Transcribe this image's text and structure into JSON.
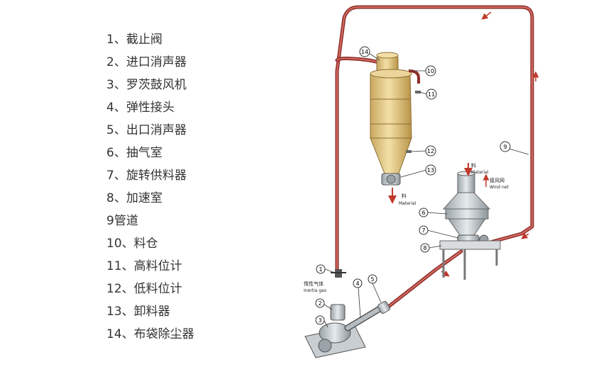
{
  "legend": [
    "1、截止阀",
    "2、进口消声器",
    "3、罗茨鼓风机",
    "4、弹性接头",
    "5、出口消声器",
    "6、抽气室",
    "7、旋转供料器",
    "8、加速室",
    "9管道",
    "10、料仓",
    "11、高料位计",
    "12、低料位计",
    "13、卸料器",
    "14、布袋除尘器"
  ],
  "callouts": [
    "1",
    "2",
    "3",
    "4",
    "5",
    "6",
    "7",
    "8",
    "9",
    "10",
    "11",
    "12",
    "13",
    "14"
  ],
  "annotations": {
    "inert_gas_cn": "惰性气体",
    "inert_gas_en": "Inertia gas",
    "material_top_cn": "料",
    "material_top_en": "Material",
    "wind_net_cn": "接风网",
    "wind_net_en": "Wind net",
    "material_out_cn": "料",
    "material_out_en": "Material"
  },
  "colors": {
    "pipe": "#b5423c",
    "vessel": "#e3c982",
    "equipment": "#cfd4d8",
    "arrow": "#c0392b"
  }
}
